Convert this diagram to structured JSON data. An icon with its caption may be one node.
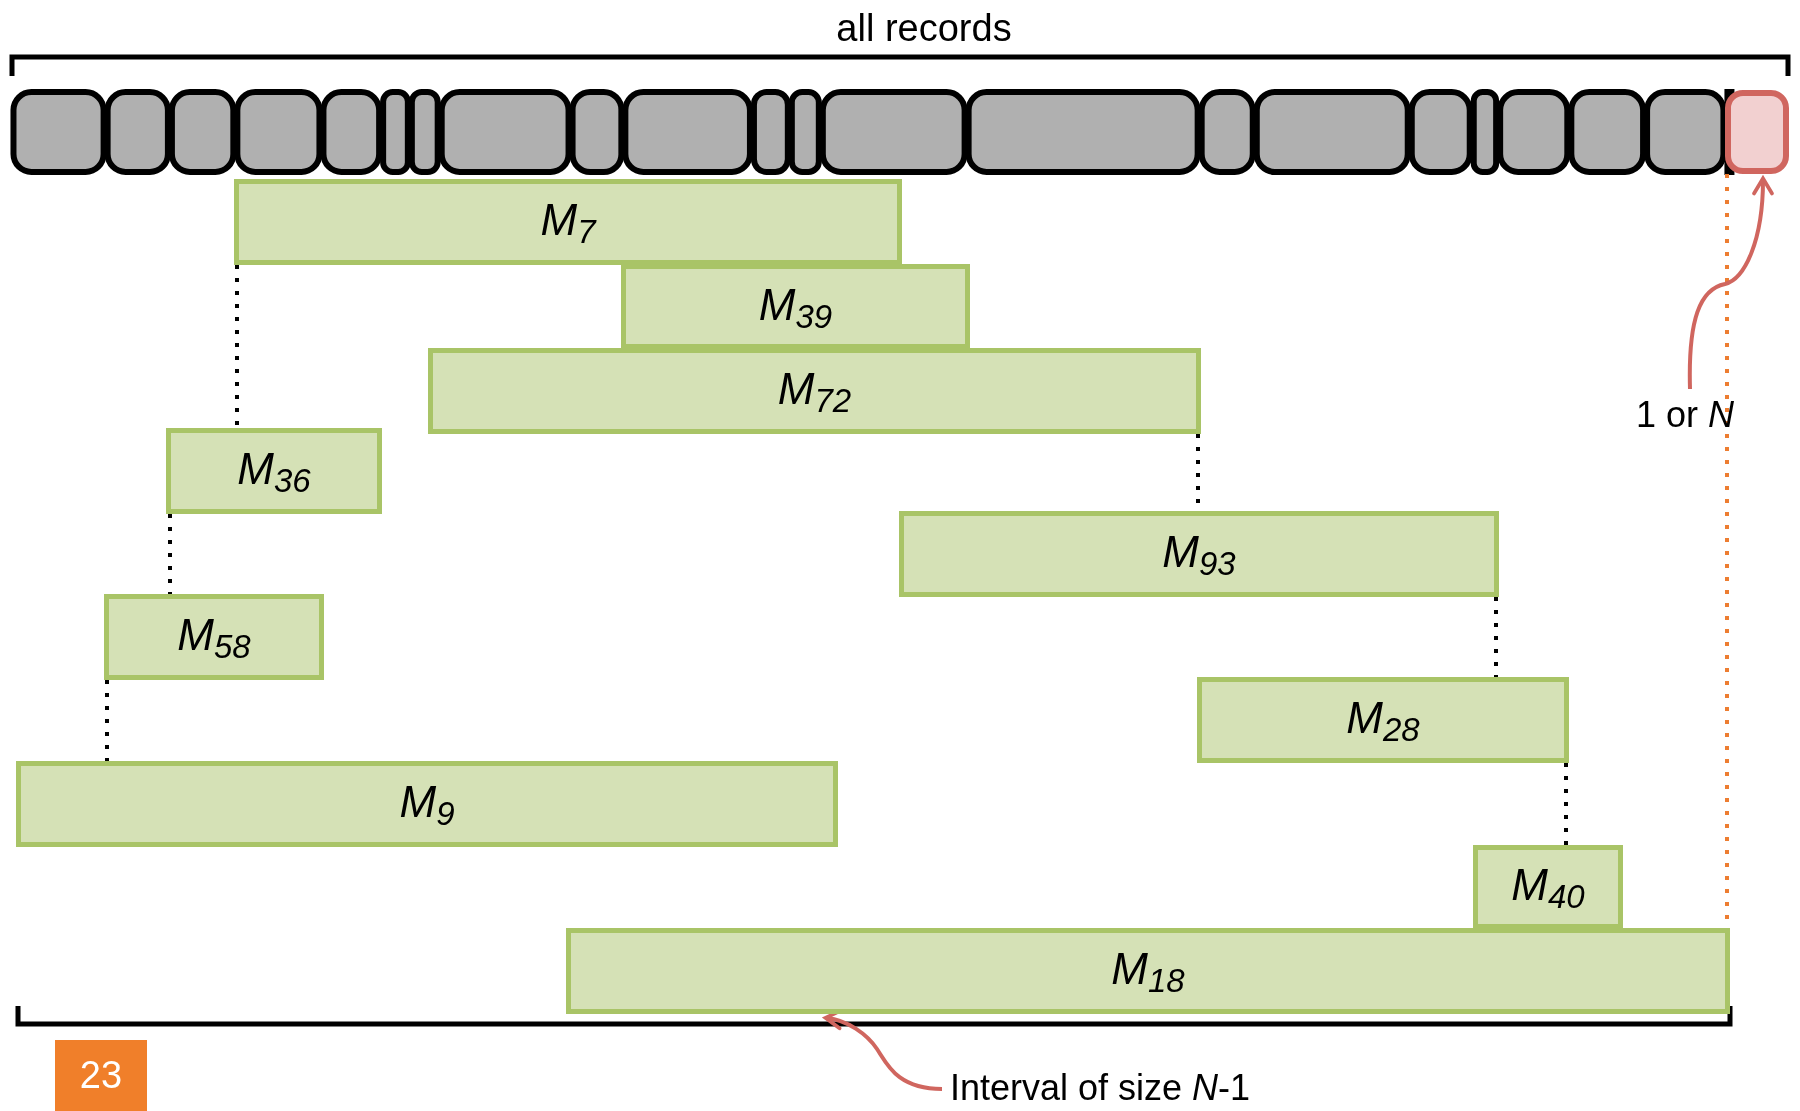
{
  "diagram": {
    "nodes": [
      {
        "text": [
          "M$_{7}$"
        ]
      },
      {
        "text": [
          "M$_{39}$"
        ]
      },
      {
        "text": [
          "M$_{72}$"
        ]
      },
      {
        "text": [
          "M$_{36}$"
        ]
      },
      {
        "text": [
          "M$_{58}$"
        ]
      },
      {
        "text": [
          "M$_{9}$"
        ]
      },
      {
        "text": [
          "M$_{93}$"
        ]
      },
      {
        "text": [
          "M$_{28}$"
        ]
      },
      {
        "text": [
          "M$_{40}$"
        ]
      },
      {
        "text": [
          "M$_{18}$"
        ]
      },
      {
        "text": [],
        "shape": "box"
      },
      {
        "text": [
          "1 or *N*"
        ]
      },
      {
        "text": [
          "Interval of size *N*-1"
        ]
      }
    ],
    "edges": [
      {
        "from": 0,
        "to": 3,
        "arrow": "none",
        "style": "dashed"
      },
      {
        "from": 3,
        "to": 4,
        "arrow": "none",
        "style": "dashed"
      },
      {
        "from": 4,
        "to": 5,
        "arrow": "none",
        "style": "dashed"
      },
      {
        "from": 2,
        "to": 6,
        "arrow": "none",
        "style": "dashed"
      },
      {
        "from": 6,
        "to": 7,
        "arrow": "none",
        "style": "dashed"
      },
      {
        "from": 7,
        "to": 8,
        "arrow": "none",
        "style": "dashed"
      },
      {
        "from": 10,
        "to": 9,
        "arrow": "none",
        "style": "dashed",
        "color": "#ed7d31"
      },
      {
        "from": 11,
        "to": 10,
        "arrow": "to",
        "color": "#d0665f"
      },
      {
        "from": 12,
        "to": 9,
        "arrow": "to",
        "color": "#d0665f"
      }
    ],
    "labels": [
      "all records",
      "23"
    ]
  }
}
